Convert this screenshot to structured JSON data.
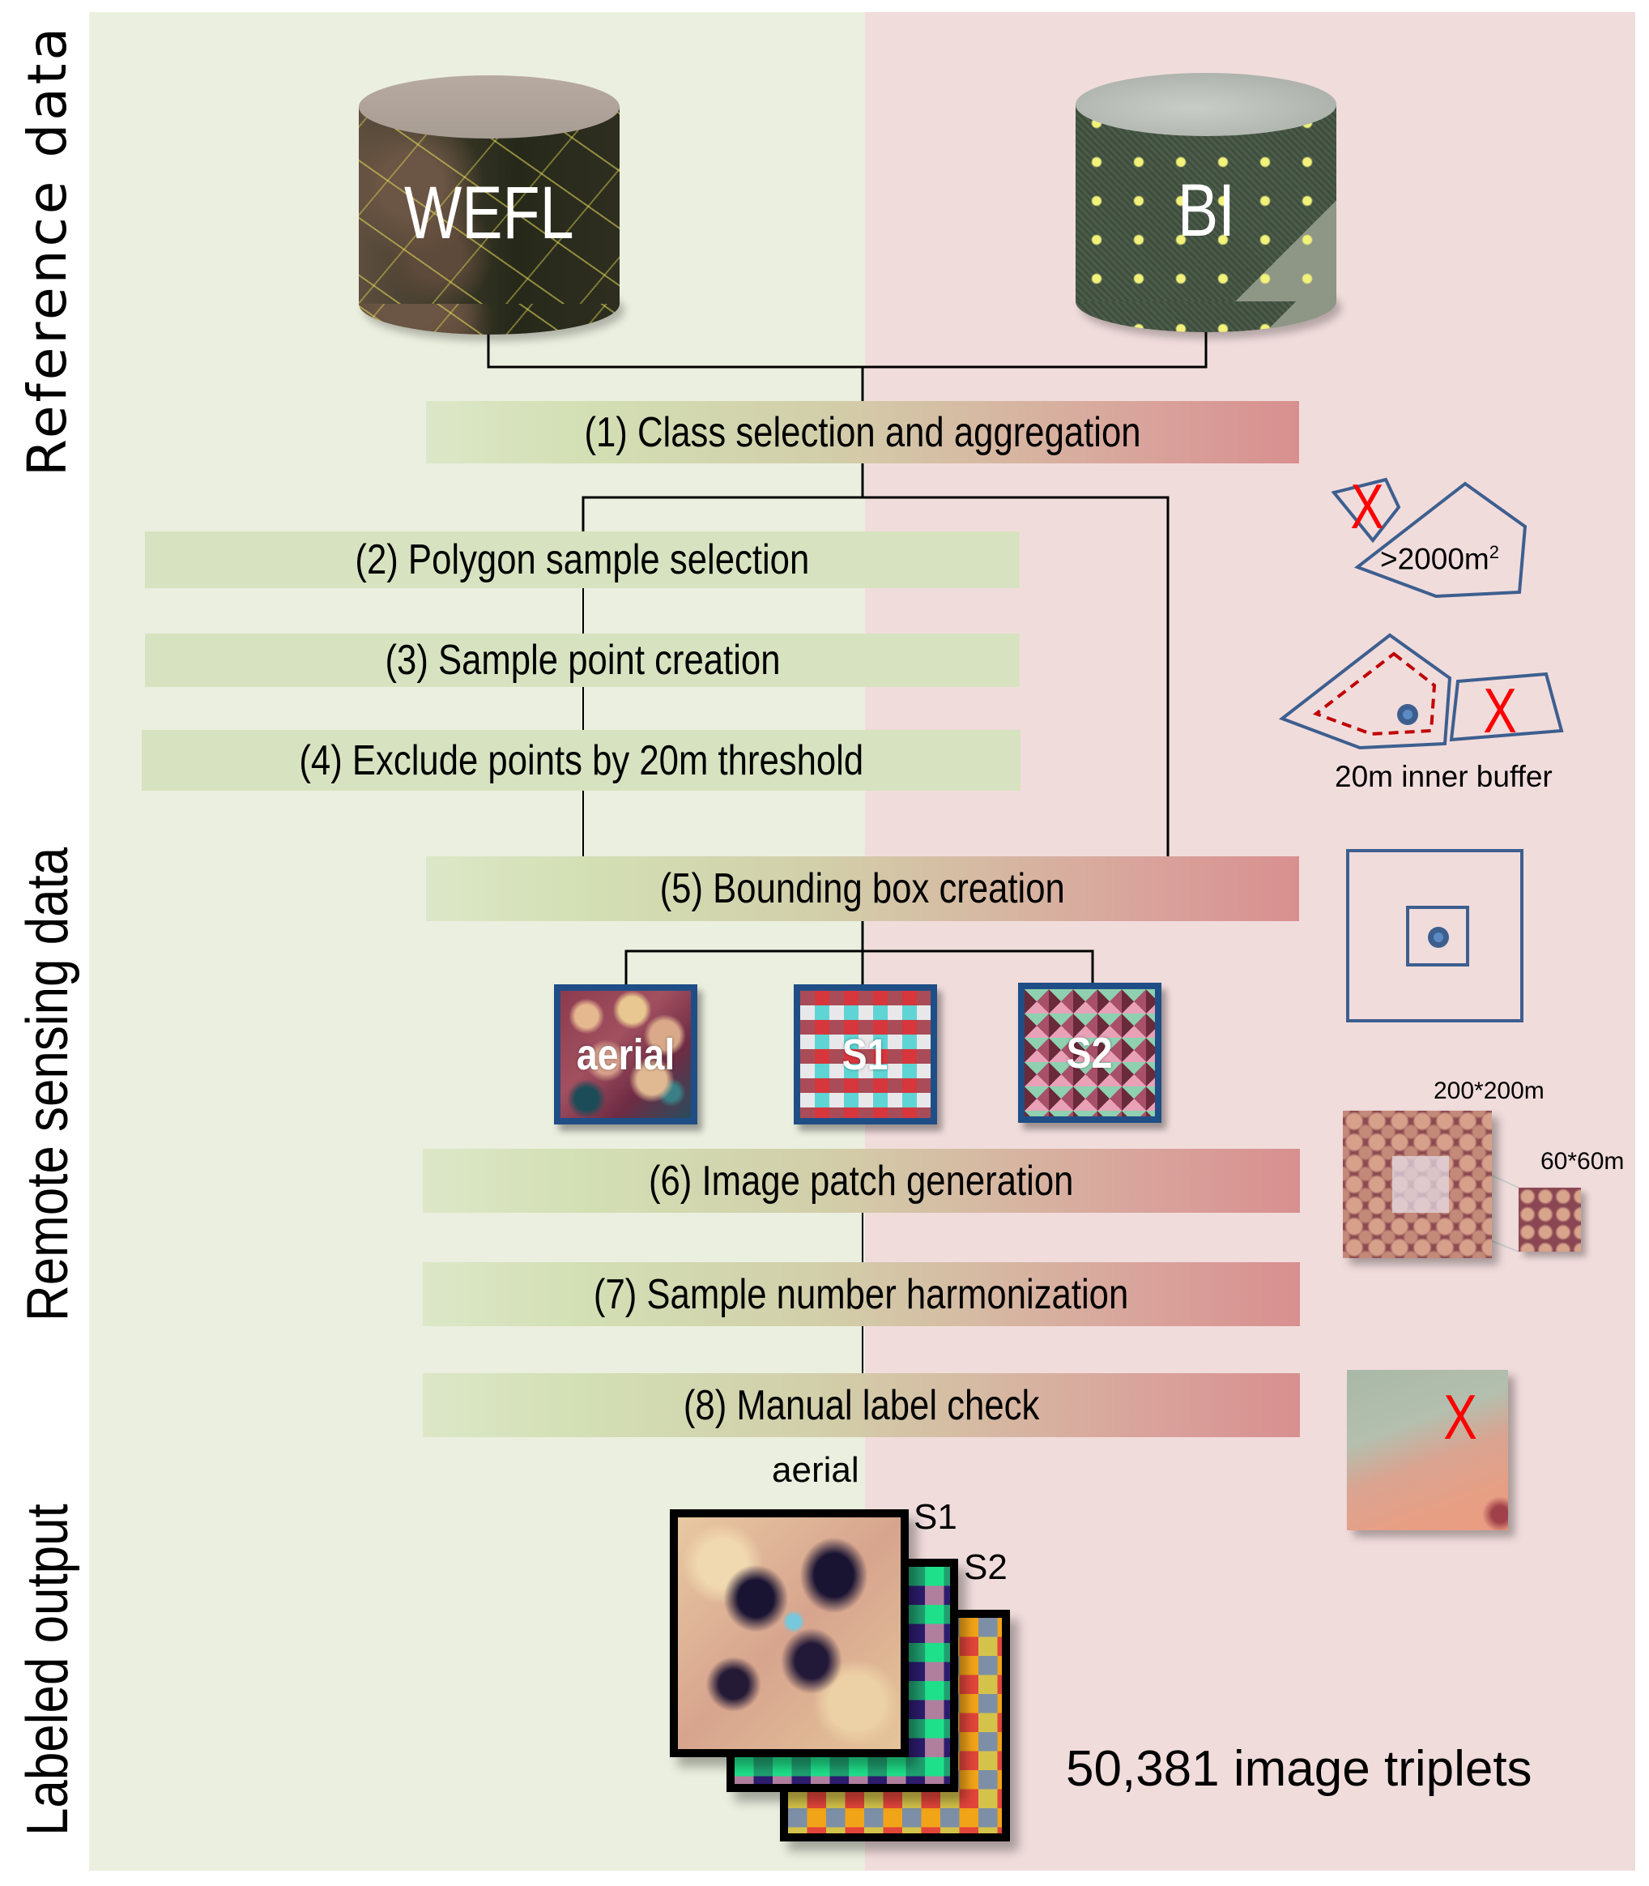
{
  "side_labels": {
    "reference": "Reference data",
    "remote_sensing": "Remote sensing data",
    "output": "Labeled output"
  },
  "sources": {
    "wefl": "WEFL",
    "bi": "BI"
  },
  "steps": [
    {
      "label": "(1) Class selection and aggregation"
    },
    {
      "label": "(2) Polygon sample selection"
    },
    {
      "label": "(3) Sample point creation"
    },
    {
      "label": "(4) Exclude points by 20m threshold"
    },
    {
      "label": "(5) Bounding box creation"
    },
    {
      "label": "(6) Image patch generation"
    },
    {
      "label": "(7) Sample number harmonization"
    },
    {
      "label": "(8) Manual label check"
    }
  ],
  "thumbnails": {
    "aerial": "aerial",
    "s1": "S1",
    "s2": "S2"
  },
  "annotations": {
    "area_threshold": ">2000m",
    "area_exponent": "2",
    "inner_buffer": "20m inner buffer",
    "patch_large": "200*200m",
    "patch_small": "60*60m",
    "reject_mark": "X"
  },
  "output": {
    "aerial_label": "aerial",
    "s1_label": "S1",
    "s2_label": "S2",
    "count_text": "50,381 image triplets"
  },
  "colors": {
    "left_panel": "#ebefdf",
    "right_panel": "#f1dcdc",
    "shape_stroke": "#3d5f8f",
    "reject": "#ff0000",
    "buffer_dash": "#c00000",
    "thumb_border": "#1f4e86"
  }
}
